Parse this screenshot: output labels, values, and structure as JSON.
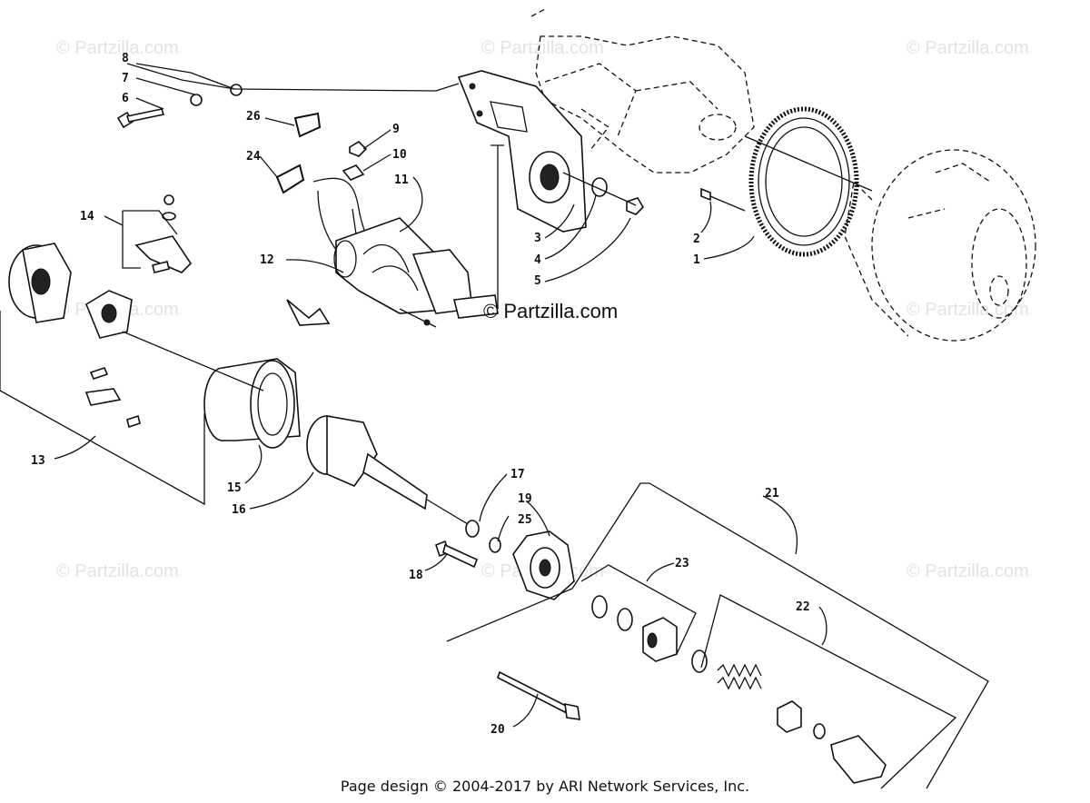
{
  "watermarks": [
    "© Partzilla.com",
    "© Partzilla.com",
    "© Partzilla.com",
    "© Partzilla.com",
    "© Partzilla.com",
    "© Partzilla.com",
    "© Partzilla.com",
    "© Partzilla.com",
    "© Partzilla.com"
  ],
  "center_watermark": "© Partzilla.com",
  "callouts": [
    "1",
    "2",
    "3",
    "4",
    "5",
    "6",
    "7",
    "8",
    "9",
    "10",
    "11",
    "12",
    "13",
    "14",
    "15",
    "16",
    "17",
    "19",
    "25",
    "18",
    "20",
    "21",
    "22",
    "23",
    "24",
    "26"
  ],
  "footer": "Page design © 2004-2017 by ARI Network Services, Inc."
}
